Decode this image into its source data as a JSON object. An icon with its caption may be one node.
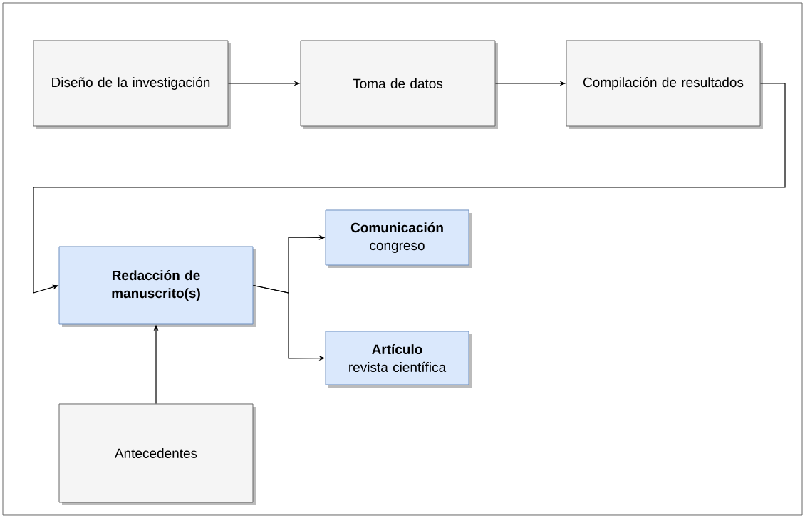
{
  "diagram": {
    "nodes": [
      {
        "text": [
          "Diseño de la investigación"
        ]
      },
      {
        "text": [
          "Toma de datos"
        ]
      },
      {
        "text": [
          "Compilación de resultados"
        ]
      },
      {
        "text": [
          "Redacción de manuscrito(s)"
        ]
      },
      {
        "text": [
          "Comunicación",
          "congreso"
        ]
      },
      {
        "text": [
          "Artículo",
          "revista científica"
        ]
      },
      {
        "text": [
          "Antecedentes"
        ]
      }
    ],
    "edges": [
      {
        "from": 0,
        "to": 1,
        "arrow": "to"
      },
      {
        "from": 1,
        "to": 2,
        "arrow": "to"
      },
      {
        "from": 2,
        "to": 3,
        "arrow": "to"
      },
      {
        "from": 3,
        "to": 4,
        "arrow": "to"
      },
      {
        "from": 3,
        "to": 5,
        "arrow": "to"
      },
      {
        "from": 6,
        "to": 3,
        "arrow": "to"
      }
    ]
  }
}
